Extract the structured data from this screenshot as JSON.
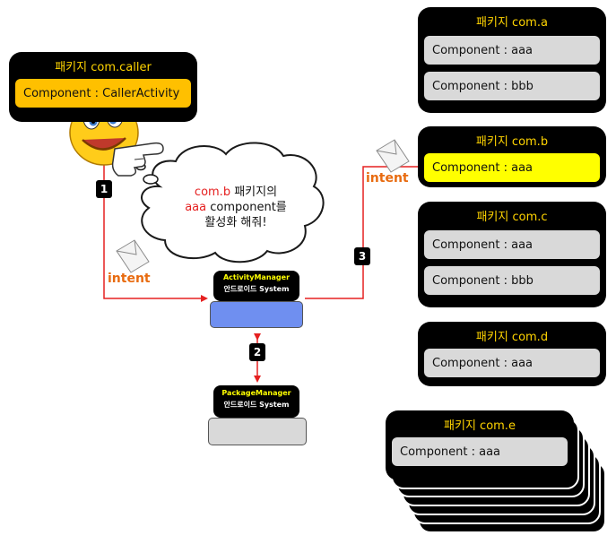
{
  "caller": {
    "title": "패키지 com.caller",
    "component": "Component : CallerActivity"
  },
  "packages": {
    "a": {
      "title": "패키지 com.a",
      "components": [
        "Component : aaa",
        "Component : bbb"
      ]
    },
    "b": {
      "title": "패키지 com.b",
      "components": [
        "Component : aaa"
      ]
    },
    "c": {
      "title": "패키지 com.c",
      "components": [
        "Component : aaa",
        "Component : bbb"
      ]
    },
    "d": {
      "title": "패키지 com.d",
      "components": [
        "Component : aaa"
      ]
    },
    "e": {
      "title": "패키지 com.e",
      "components": [
        "Component : aaa"
      ]
    }
  },
  "activity_manager": {
    "name": "ActivityManager",
    "subtitle": "안드로이드 System"
  },
  "package_manager": {
    "name": "PackageManager",
    "subtitle": "안드로이드 System"
  },
  "bubble": {
    "line1_pkg": "com.b",
    "line1_rest": " 패키지의",
    "line2_comp": "aaa",
    "line2_rest": " component를",
    "line3": "활성화 해줘!"
  },
  "steps": [
    "1",
    "2",
    "3"
  ],
  "intent_label": "intent",
  "colors": {
    "title": "#ffd400",
    "component": "#d9d9d9",
    "target": "#ffff00",
    "caller_component": "#ffc000",
    "arrow": "#e52020",
    "intent": "#e86b10",
    "am_box": "#6f8ff0",
    "pm_box": "#d9d9d9"
  }
}
